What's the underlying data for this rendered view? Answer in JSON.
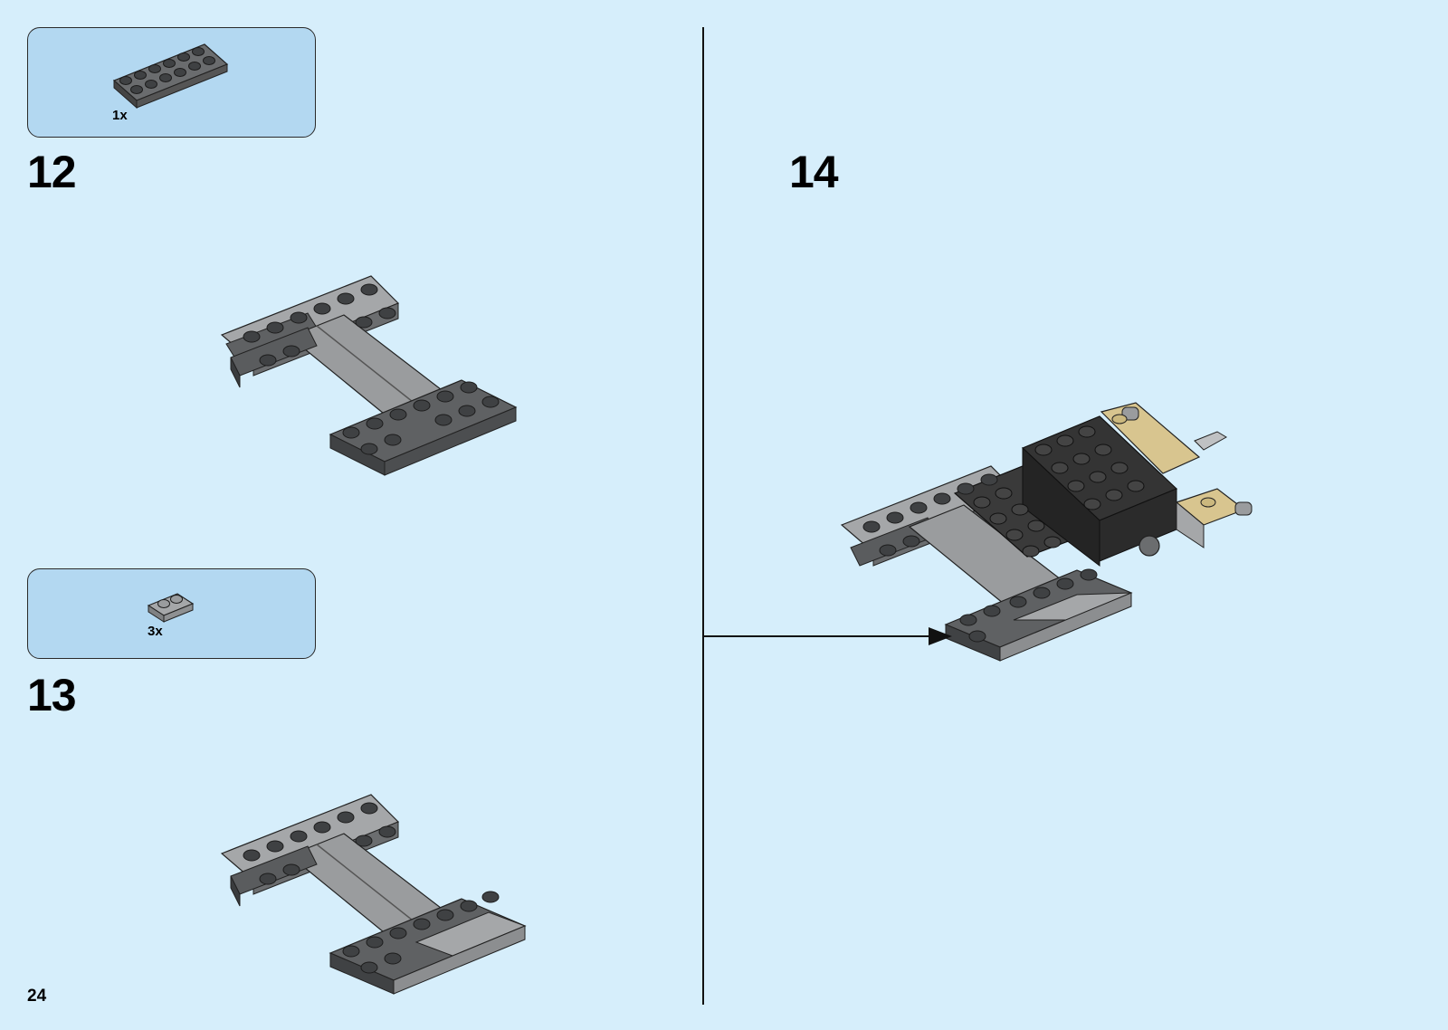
{
  "page_number": "24",
  "steps": [
    {
      "number": "12",
      "parts": [
        {
          "quantity": "1x",
          "part": "2x6 plate, dark bluish gray"
        }
      ]
    },
    {
      "number": "13",
      "parts": [
        {
          "quantity": "3x",
          "part": "1x2 jumper/rail plate, light bluish gray"
        }
      ]
    },
    {
      "number": "14",
      "parts": []
    }
  ],
  "colors": {
    "background": "#d6eefb",
    "parts_box": "#b3d8f1",
    "dark_bluish_gray": "#5f6163",
    "light_bluish_gray": "#a5a7a9",
    "black": "#2b2b2b",
    "tan": "#d8c58f"
  }
}
